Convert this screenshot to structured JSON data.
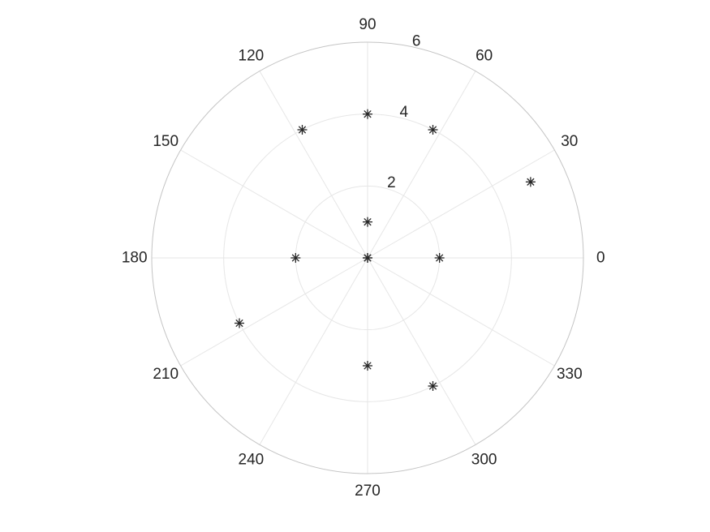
{
  "chart_data": {
    "type": "scatter",
    "projection": "polar",
    "title": "",
    "theta_unit": "degrees",
    "theta_ticks": [
      "0",
      "30",
      "60",
      "90",
      "120",
      "150",
      "180",
      "210",
      "240",
      "270",
      "300",
      "330"
    ],
    "r_ticks": [
      "2",
      "4",
      "6"
    ],
    "rlim": [
      0,
      6
    ],
    "grid": true,
    "marker": "asterisk",
    "series": [
      {
        "points": [
          {
            "theta": 0,
            "r": 0
          },
          {
            "theta": 0,
            "r": 2
          },
          {
            "theta": 25,
            "r": 5
          },
          {
            "theta": 63,
            "r": 4
          },
          {
            "theta": 90,
            "r": 1
          },
          {
            "theta": 90,
            "r": 4
          },
          {
            "theta": 117,
            "r": 4
          },
          {
            "theta": 180,
            "r": 0
          },
          {
            "theta": 180,
            "r": 2
          },
          {
            "theta": 207,
            "r": 4
          },
          {
            "theta": 270,
            "r": 3
          },
          {
            "theta": 297,
            "r": 4
          }
        ]
      }
    ]
  }
}
